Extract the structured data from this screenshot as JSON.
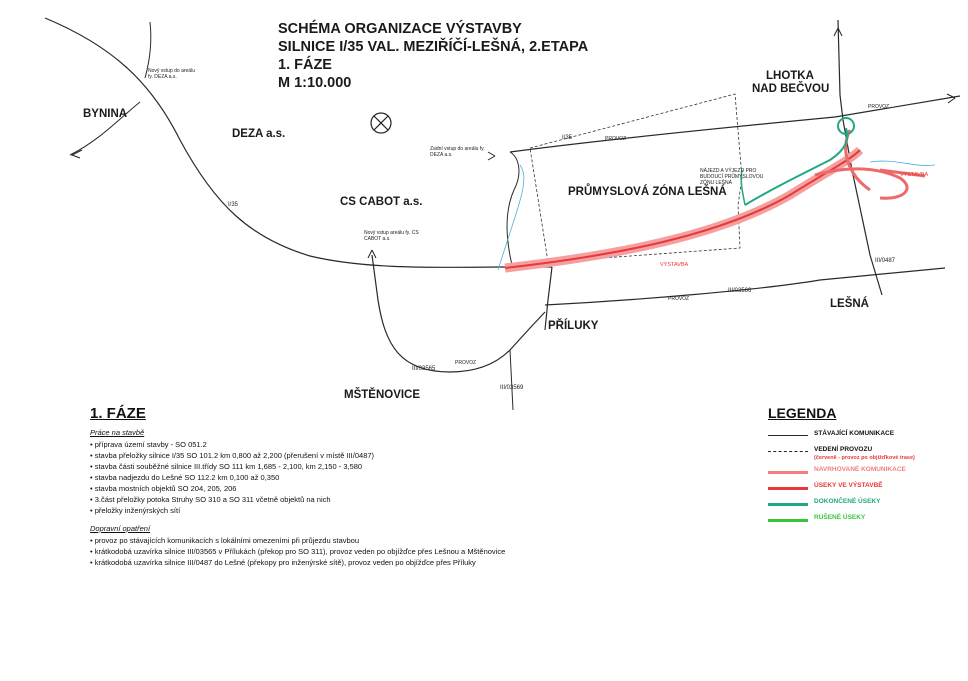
{
  "title": {
    "line1": "SCHÉMA ORGANIZACE VÝSTAVBY",
    "line2": "SILNICE I/35 VAL. MEZIŘÍČÍ-LEŠNÁ, 2.ETAPA",
    "line3": "1. FÁZE",
    "line4": "M 1:10.000"
  },
  "places": {
    "bynina": "BYNINA",
    "deza": "DEZA a.s.",
    "cs_cabot": "CS CABOT a.s.",
    "lhotka_1": "LHOTKA",
    "lhotka_2": "NAD BEČVOU",
    "zona": "PRŮMYSLOVÁ ZÓNA LEŠNÁ",
    "priluky": "PŘÍLUKY",
    "lesna": "LEŠNÁ",
    "mstenovice": "MŠTĚNOVICE"
  },
  "road_labels": {
    "i35_a": "I/35",
    "i35_b": "I/35",
    "iii03566": "III/03566",
    "iii03565": "III/03565",
    "iii03569": "III/03569",
    "iii0487": "III/0487",
    "provoz": "PROVOZ"
  },
  "map_notes": {
    "vstup_deza": "Nový vstup do areálu fy. DEZA a.s.",
    "vstup_cabot": "Nový vstup areálu fy. CS CABOT a.s.",
    "vstup_deza_2": "Zadní vstup do areálu fy. DEZA a.s.",
    "zona_note": "NÁJEZD A VÝJEZD PRO BUDOUCÍ PRŮMYSLOVOU ZÓNU LEŠNÁ",
    "vystavba_1": "VÝSTAVBA",
    "vystavba_2": "VÝSTAVBA"
  },
  "phase": {
    "heading": "1. FÁZE",
    "works_heading": "Práce na stavbě",
    "works": [
      "příprava území stavby - SO 051.2",
      "stavba přeložky silnice I/35 SO 101.2 km 0,800 až 2,200 (přerušení v místě III/0487)",
      "stavba části souběžné silnice III.třídy SO 111 km 1,685 - 2,100, km 2,150 - 3,580",
      "stavba nadjezdu do Lešné SO 112.2 km 0,100 až 0,350",
      "stavba mostních objektů SO 204, 205, 206",
      "3.část přeložky potoka Struhy SO 310 a SO 311 včetně objektů na nich",
      "přeložky inženýrských sítí"
    ],
    "traffic_heading": "Dopravní opatření",
    "traffic": [
      "provoz po stávajících komunikacích s lokálními omezeními při průjezdu stavbou",
      "krátkodobá uzavírka silnice III/03565 v Přílukách (překop pro SO 311), provoz veden po objížďce přes Lešnou a Mštěnovice",
      "krátkodobá uzavírka silnice III/0487 do Lešné (překopy pro inženýrské sítě), provoz veden po objížďce přes Příluky"
    ]
  },
  "legend": {
    "heading": "LEGENDA",
    "items": [
      {
        "label": "STÁVAJÍCÍ KOMUNIKACE",
        "color": "#2a2a2a"
      },
      {
        "label": "VEDENÍ PROVOZU",
        "color": "#2a2a2a"
      },
      {
        "label": "NAVRHOVANÉ KOMUNIKACE",
        "color": "#f08080"
      },
      {
        "label": "ÚSEKY VE VÝSTAVBĚ",
        "color": "#e83838"
      },
      {
        "label": "DOKONČENÉ ÚSEKY",
        "color": "#22a884"
      },
      {
        "label": "RUŠENÉ ÚSEKY",
        "color": "#3cc43c"
      }
    ],
    "provoz_sub": "(červeně - provoz po objížďkové trase)"
  }
}
